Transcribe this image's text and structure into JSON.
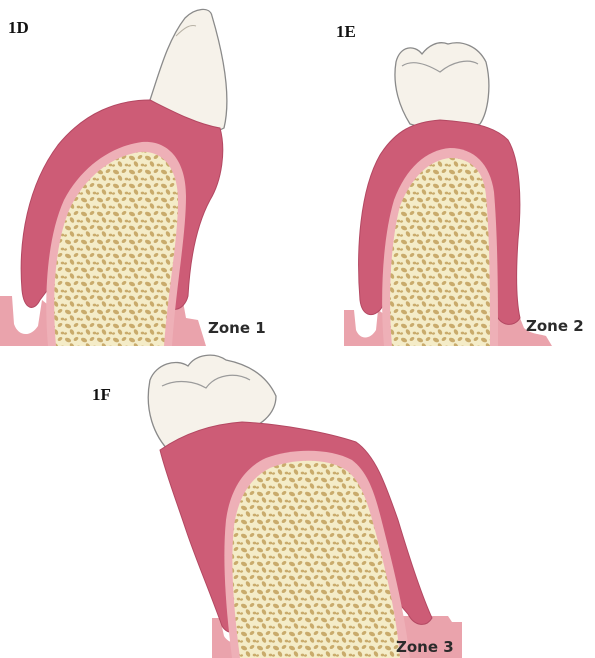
{
  "panels": [
    {
      "id": "1D",
      "label": "1D",
      "zone_label": "Zone 1"
    },
    {
      "id": "1E",
      "label": "1E",
      "zone_label": "Zone 2"
    },
    {
      "id": "1F",
      "label": "1F",
      "zone_label": "Zone 3"
    }
  ],
  "colors": {
    "gingiva": "#cd5c76",
    "gingiva_edge": "#b34862",
    "mucosa": "#eaa3ac",
    "periosteum": "#eeb0b7",
    "bone_fill": "#f4ecc8",
    "trabeculae": "#c9ab6c",
    "enamel": "#f6f2ea",
    "outline": "#8a8a8a"
  },
  "icons": {
    "tooth": "tooth-crown-icon",
    "bone": "trabecular-bone-icon"
  }
}
